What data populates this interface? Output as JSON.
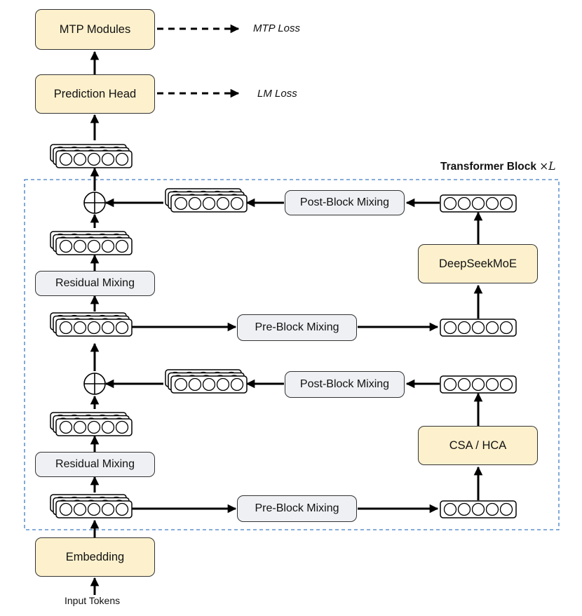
{
  "diagram": {
    "title": "Transformer Block",
    "title_multiplier": "×",
    "title_count": "L",
    "modules": {
      "mtp_modules": "MTP Modules",
      "prediction_head": "Prediction Head",
      "embedding": "Embedding",
      "deepseek_moe": "DeepSeekMoE",
      "csa_hca": "CSA / HCA",
      "residual_mixing_top": "Residual Mixing",
      "residual_mixing_bottom": "Residual Mixing",
      "pre_block_mixing_top": "Pre-Block Mixing",
      "pre_block_mixing_bottom": "Pre-Block Mixing",
      "post_block_mixing_top": "Post-Block Mixing",
      "post_block_mixing_bottom": "Post-Block Mixing"
    },
    "losses": {
      "mtp_loss": "MTP Loss",
      "lm_loss": "LM Loss"
    },
    "input_label": "Input Tokens",
    "colors": {
      "module_fill": "#fdf1cd",
      "mixing_fill": "#eef0f3",
      "block_border": "#3f7cc4",
      "stroke": "#000000"
    }
  }
}
